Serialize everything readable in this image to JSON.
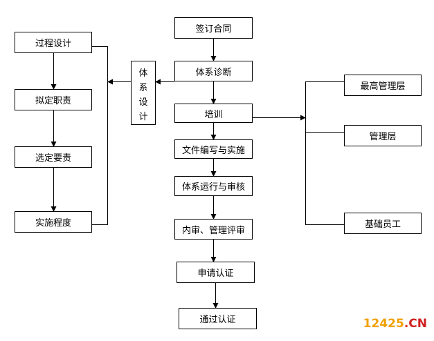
{
  "diagram": {
    "center_steps": [
      "签订合同",
      "体系诊断",
      "培训",
      "文件编写与实施",
      "体系运行与审核",
      "内审、管理评审",
      "申请认证",
      "通过认证"
    ],
    "left_steps": [
      "过程设计",
      "拟定职责",
      "选定要责",
      "实施程度"
    ],
    "side_label_chars": [
      "体",
      "系",
      "设",
      "计"
    ],
    "right_groups": [
      "最高管理层",
      "管理层",
      "基础员工"
    ]
  },
  "watermark": {
    "numbers": "12425",
    "dot": ".",
    "suffix": "CN"
  },
  "colors": {
    "line": "#000000",
    "watermark_numbers": "#f0a000",
    "watermark_suffix": "#d02020"
  }
}
